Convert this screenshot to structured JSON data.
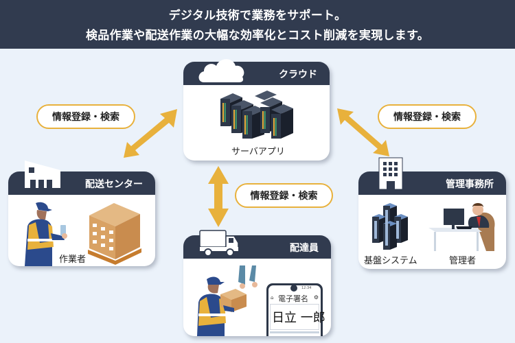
{
  "banner": {
    "line1": "デジタル技術で業務をサポート。",
    "line2": "検品作業や配送作業の大幅な効率化とコスト削減を実現します。"
  },
  "colors": {
    "navy": "#313b4f",
    "accent": "#e8b13c",
    "background": "#ebf2fa"
  },
  "nodes": {
    "cloud": {
      "title": "クラウド",
      "icon": "cloud-icon",
      "items": [
        {
          "label": "サーバアプリ",
          "icon": "server-rack-icon"
        }
      ]
    },
    "center": {
      "title": "配送センター",
      "icon": "warehouse-icon",
      "items": [
        {
          "label": "作業者",
          "icon": "worker-icon"
        },
        {
          "label": "",
          "icon": "pallet-boxes-icon"
        }
      ]
    },
    "office": {
      "title": "管理事務所",
      "icon": "building-icon",
      "items": [
        {
          "label": "基盤システム",
          "icon": "server-rack-icon"
        },
        {
          "label": "管理者",
          "icon": "manager-at-desk-icon"
        }
      ]
    },
    "driver": {
      "title": "配達員",
      "icon": "truck-icon",
      "items": [
        {
          "label": "",
          "icon": "courier-icon"
        }
      ],
      "phone": {
        "screen_title": "電子署名",
        "time": "12:34",
        "signature": "日立 一郎"
      }
    }
  },
  "links": [
    {
      "from": "center",
      "to": "cloud",
      "label": "情報登録・検索"
    },
    {
      "from": "office",
      "to": "cloud",
      "label": "情報登録・検索"
    },
    {
      "from": "driver",
      "to": "cloud",
      "label": "情報登録・検索"
    }
  ]
}
